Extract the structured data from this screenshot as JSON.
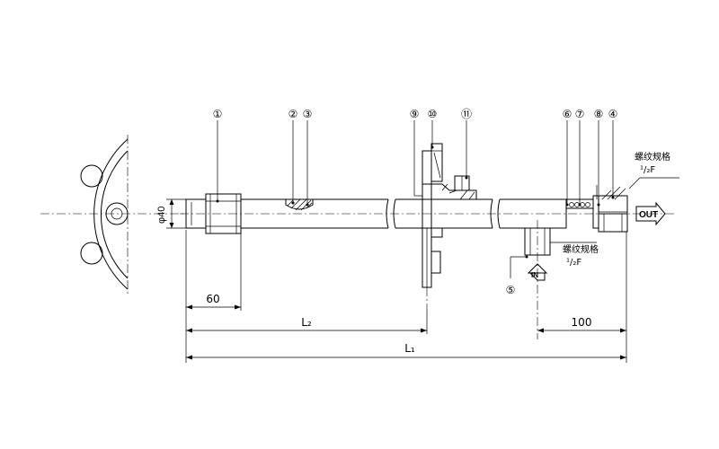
{
  "callouts": [
    {
      "id": "c1",
      "label": "①"
    },
    {
      "id": "c2",
      "label": "②"
    },
    {
      "id": "c3",
      "label": "③"
    },
    {
      "id": "c9",
      "label": "⑨"
    },
    {
      "id": "c10",
      "label": "⑩"
    },
    {
      "id": "c11",
      "label": "⑪"
    },
    {
      "id": "c6",
      "label": "⑥"
    },
    {
      "id": "c7",
      "label": "⑦"
    },
    {
      "id": "c8",
      "label": "⑧"
    },
    {
      "id": "c4",
      "label": "④"
    },
    {
      "id": "c5",
      "label": "⑤"
    }
  ],
  "dimensions": {
    "diameter": "φ40",
    "d60": "60",
    "l2": "L₂",
    "l1": "L₁",
    "d100": "100"
  },
  "ports": {
    "out": "OUT",
    "in": "IN"
  },
  "thread_notes": {
    "top_title": "螺纹规格",
    "top_spec": "¹/₂F",
    "bottom_title": "螺纹规格",
    "bottom_spec": "¹/₂F"
  }
}
